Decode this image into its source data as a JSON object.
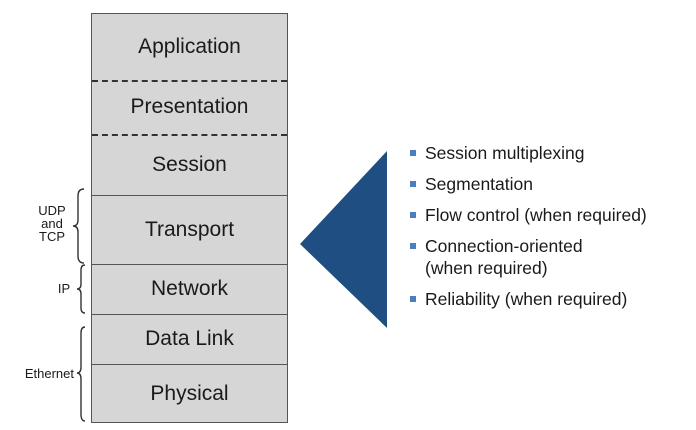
{
  "layers": [
    {
      "label": "Application"
    },
    {
      "label": "Presentation"
    },
    {
      "label": "Session"
    },
    {
      "label": "Transport"
    },
    {
      "label": "Network"
    },
    {
      "label": "Data Link"
    },
    {
      "label": "Physical"
    }
  ],
  "protocols": {
    "transport_line1": "UDP",
    "transport_line2": "and",
    "transport_line3": "TCP",
    "network": "IP",
    "datalink": "Ethernet"
  },
  "bullets": [
    "Session multiplexing",
    "Segmentation",
    "Flow control (when required)",
    "Connection-oriented\n(when required)",
    "Reliability (when required)"
  ],
  "colors": {
    "layer_fill": "#d6d6d6",
    "triangle": "#1f4e83",
    "bullet_square": "#4a7fbf"
  }
}
